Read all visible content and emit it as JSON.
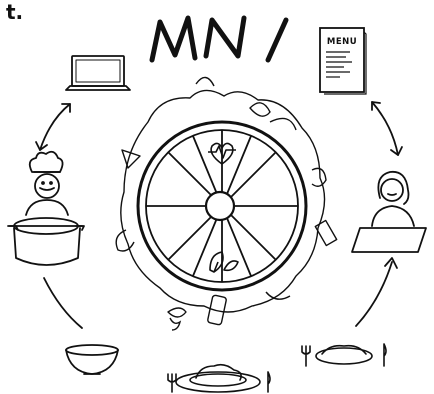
{
  "corner_label": "t.",
  "logo_text": "MNI",
  "menu_card_label": "MENU",
  "icons": {
    "laptop": "laptop-icon",
    "menu": "menu-card-icon",
    "chef": "chef-with-pot-icon",
    "diner": "seated-diner-icon",
    "bowl": "empty-bowl-icon",
    "plate_center": "plated-meal-icon",
    "plate_right": "plated-meal-icon",
    "wheel": "food-wheel-icon",
    "heart": "heartbeat-icon",
    "leaf": "leaf-icon"
  },
  "colors": {
    "ink": "#111111",
    "background": "#ffffff"
  }
}
